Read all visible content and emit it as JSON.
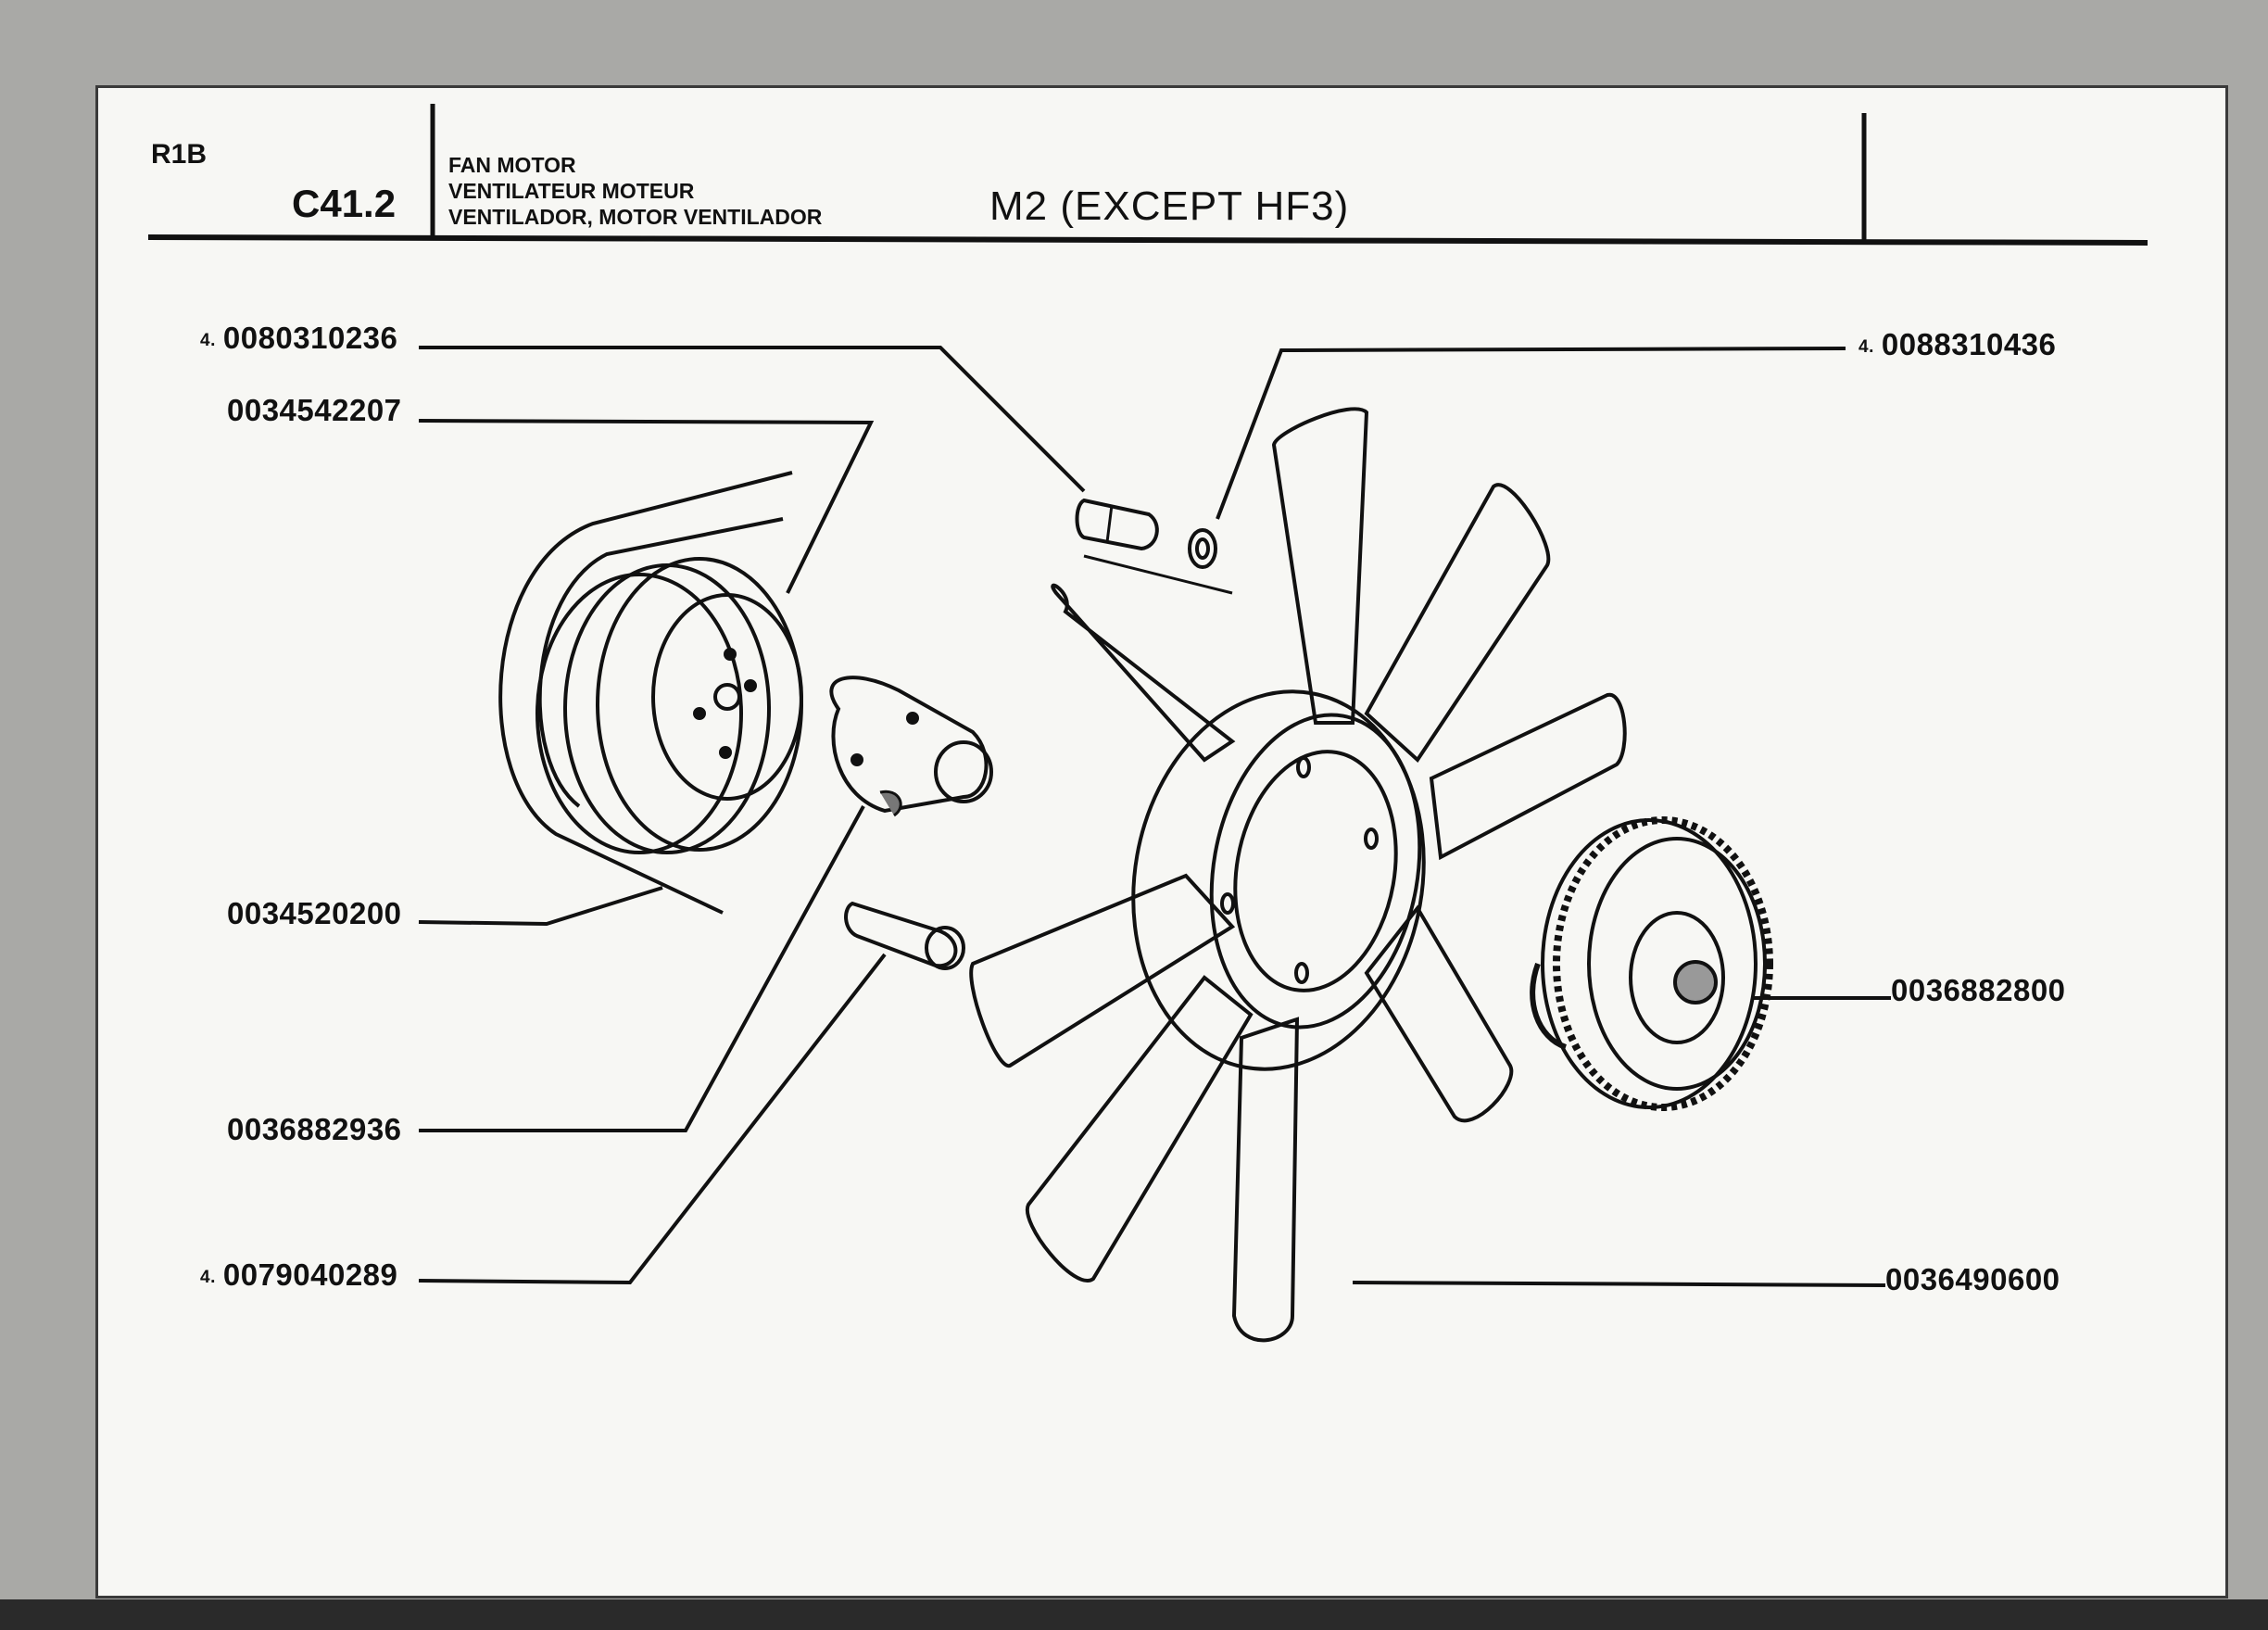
{
  "header": {
    "section": "R1B",
    "code": "C41.2",
    "title_lines": [
      "FAN MOTOR",
      "VENTILATEUR MOTEUR",
      "VENTILADOR, MOTOR VENTILADOR"
    ],
    "subtitle": "M2 (EXCEPT HF3)"
  },
  "parts": [
    {
      "qty": "4.",
      "number": "0080310236"
    },
    {
      "qty": "",
      "number": "0034542207"
    },
    {
      "qty": "",
      "number": "0034520200"
    },
    {
      "qty": "",
      "number": "0036882936"
    },
    {
      "qty": "4.",
      "number": "0079040289"
    },
    {
      "qty": "4.",
      "number": "0088310436"
    },
    {
      "qty": "",
      "number": "0036882800"
    },
    {
      "qty": "",
      "number": "0036490600"
    }
  ]
}
